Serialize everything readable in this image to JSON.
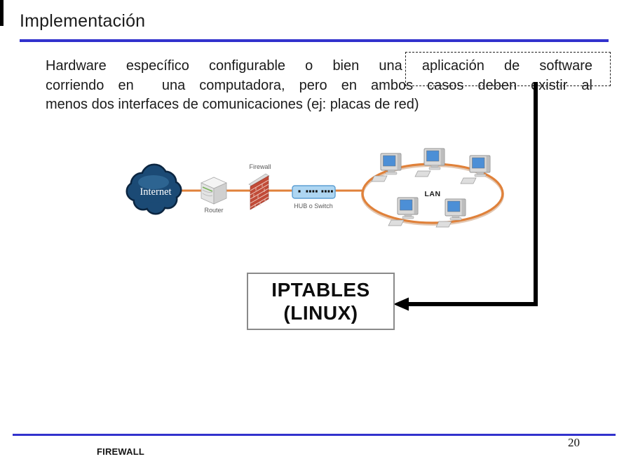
{
  "slide": {
    "title": "Implementación",
    "body": {
      "line1": "Hardware específico configurable o bien una aplicación de software",
      "line2": "corriendo en  una computadora, pero en ambos casos deben existir al",
      "line3": "menos dos interfaces de comunicaciones (ej: placas de red)"
    },
    "callout_box": {
      "line1": "IPTABLES",
      "line2": "(LINUX)"
    },
    "diagram": {
      "internet_label": "Internet",
      "router_label": "Router",
      "firewall_label": "Firewall",
      "hub_label": "HUB o Switch",
      "lan_label": "LAN"
    },
    "footer": {
      "left_text": "FIREWALL",
      "page_number": "20"
    },
    "colors": {
      "accent_blue": "#3232cd",
      "diagram_orange": "#e0813a",
      "cloud_navy": "#1b4a75",
      "hub_blue": "#aed6f2",
      "brick_red": "#c14b38",
      "screen_blue": "#4c8fd6",
      "arrow_black": "#000000"
    }
  }
}
